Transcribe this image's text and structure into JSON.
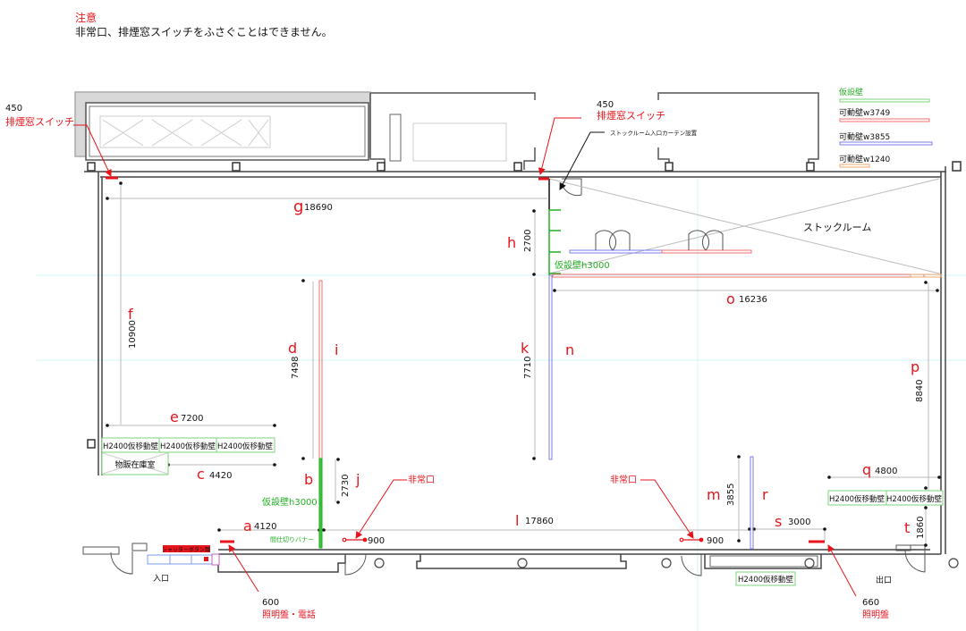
{
  "notice": {
    "title": "注意",
    "body": "非常口、排煙窓スイッチをふさぐことはできません。"
  },
  "legend": {
    "items": [
      {
        "label": "仮設壁",
        "color": "#7bd67b"
      },
      {
        "label": "可動壁w3749",
        "color": "#f08080"
      },
      {
        "label": "可動壁w3855",
        "color": "#7b7bf0"
      },
      {
        "label": "可動壁w1240",
        "color": "#f5a66b"
      }
    ]
  },
  "colors": {
    "accent_red": "#e8141b",
    "temp_wall_green": "#22b022",
    "wall_gray": "#555555",
    "dim_gray": "#bbbbbb"
  },
  "callouts": {
    "smoke_switch_left": {
      "value": "450",
      "label": "排煙窓スイッチ"
    },
    "smoke_switch_right": {
      "value": "450",
      "label": "排煙窓スイッチ"
    },
    "curtain_note": "ストックルーム入口カーテン設置",
    "lighting_phone": {
      "value": "600",
      "label": "照明盤・電話"
    },
    "lighting": {
      "value": "660",
      "label": "照明盤"
    },
    "emergency_exit_left": "非常口",
    "emergency_exit_right": "非常口"
  },
  "rooms": {
    "stock_room": "ストックルーム",
    "storage": "物販在庫室",
    "entrance": "入口",
    "exit": "出口",
    "shutter_button": "シャッターボタン類"
  },
  "labels": {
    "temp_wall_h3000_top": "仮設壁h3000",
    "temp_wall_h3000_left": "仮設壁h3000",
    "partition_banner": "間仕切りバナー",
    "movable_wall": "H2400仮移動壁"
  },
  "dimensions": {
    "a": {
      "letter": "a",
      "value": "4120"
    },
    "b": {
      "letter": "b",
      "value": ""
    },
    "c": {
      "letter": "c",
      "value": "4420"
    },
    "d": {
      "letter": "d",
      "value": "7498"
    },
    "e": {
      "letter": "e",
      "value": "7200"
    },
    "f": {
      "letter": "f",
      "value": "10900"
    },
    "g": {
      "letter": "g",
      "value": "18690"
    },
    "h": {
      "letter": "h",
      "value": "2700"
    },
    "i": {
      "letter": "i",
      "value": ""
    },
    "j": {
      "letter": "j",
      "value": "2730"
    },
    "k": {
      "letter": "k",
      "value": "7710"
    },
    "l": {
      "letter": "l",
      "value": "17860"
    },
    "m": {
      "letter": "m",
      "value": "3855"
    },
    "n": {
      "letter": "n",
      "value": ""
    },
    "o": {
      "letter": "o",
      "value": "16236"
    },
    "p": {
      "letter": "p",
      "value": "8840"
    },
    "q": {
      "letter": "q",
      "value": "4800"
    },
    "r": {
      "letter": "r",
      "value": ""
    },
    "s": {
      "letter": "s",
      "value": "3000"
    },
    "t": {
      "letter": "t",
      "value": "1860"
    },
    "exit_width_left": "900",
    "exit_width_right": "900"
  }
}
